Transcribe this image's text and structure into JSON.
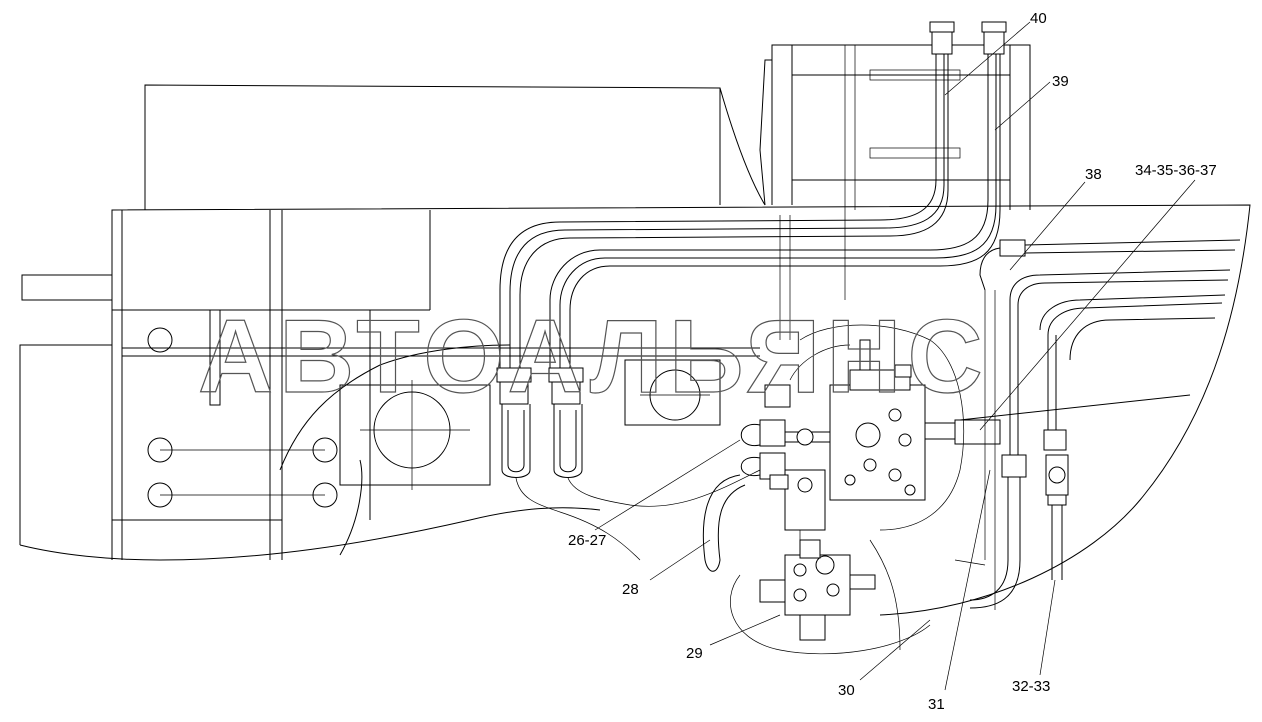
{
  "watermark": "АВТОАЛЬЯНС",
  "callouts": {
    "c40": "40",
    "c39": "39",
    "c38": "38",
    "c34": "34-35-36-37",
    "c2627": "26-27",
    "c28": "28",
    "c29": "29",
    "c30": "30",
    "c31": "31",
    "c3233": "32-33"
  }
}
